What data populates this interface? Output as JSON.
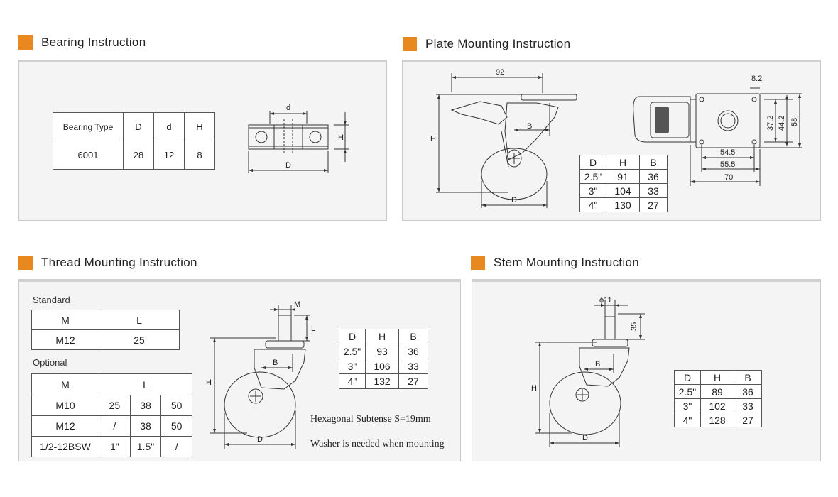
{
  "sections": {
    "bearing": {
      "title": "Bearing Instruction"
    },
    "plate": {
      "title": "Plate Mounting Instruction"
    },
    "thread": {
      "title": "Thread Mounting Instruction"
    },
    "stem": {
      "title": "Stem Mounting Instruction"
    }
  },
  "bearing_table": {
    "headers": [
      "Bearing Type",
      "D",
      "d",
      "H"
    ],
    "row": [
      "6001",
      "28",
      "12",
      "8"
    ]
  },
  "bearing_diagram": {
    "label_d": "d",
    "label_H": "H",
    "label_D": "D"
  },
  "plate_diagram": {
    "dim_92": "92",
    "label_B": "B",
    "label_H": "H",
    "label_D": "D",
    "dim_8_2": "8.2",
    "dim_37_2": "37.2",
    "dim_44_2": "44.2",
    "dim_58": "58",
    "dim_54_5": "54.5",
    "dim_55_5": "55.5",
    "dim_70": "70"
  },
  "plate_table": {
    "headers": [
      "D",
      "H",
      "B"
    ],
    "rows": [
      [
        "2.5\"",
        "91",
        "36"
      ],
      [
        "3\"",
        "104",
        "33"
      ],
      [
        "4\"",
        "130",
        "27"
      ]
    ]
  },
  "thread": {
    "standard_label": "Standard",
    "standard_headers": [
      "M",
      "L"
    ],
    "standard_row": [
      "M12",
      "25"
    ],
    "optional_label": "Optional",
    "optional_headers": [
      "M",
      "L"
    ],
    "optional_rows": [
      [
        "M10",
        "25",
        "38",
        "50"
      ],
      [
        "M12",
        "/",
        "38",
        "50"
      ],
      [
        "1/2-12BSW",
        "1\"",
        "1.5\"",
        "/"
      ]
    ],
    "diagram": {
      "label_M": "M",
      "label_L": "L",
      "label_B": "B",
      "label_H": "H",
      "label_D": "D"
    },
    "table_headers": [
      "D",
      "H",
      "B"
    ],
    "table_rows": [
      [
        "2.5\"",
        "93",
        "36"
      ],
      [
        "3\"",
        "106",
        "33"
      ],
      [
        "4\"",
        "132",
        "27"
      ]
    ],
    "note1": "Hexagonal Subtense S=19mm",
    "note2": "Washer is needed when mounting"
  },
  "stem": {
    "diagram": {
      "label_phi": "ϕ11",
      "label_35": "35",
      "label_B": "B",
      "label_H": "H",
      "label_D": "D"
    },
    "table_headers": [
      "D",
      "H",
      "B"
    ],
    "table_rows": [
      [
        "2.5\"",
        "89",
        "36"
      ],
      [
        "3\"",
        "102",
        "33"
      ],
      [
        "4\"",
        "128",
        "27"
      ]
    ]
  },
  "colors": {
    "accent": "#e8891f",
    "panel_bg": "#f4f4f4",
    "panel_border": "#c9c9c9"
  }
}
